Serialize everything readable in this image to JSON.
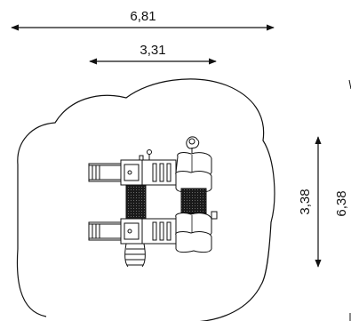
{
  "dimensions": {
    "overall_width": "6,81",
    "inner_width": "3,31",
    "inner_height": "3,38",
    "overall_height": "6,38"
  },
  "colors": {
    "line": "#111111",
    "dark_fill": "#222222",
    "background": "#ffffff"
  }
}
